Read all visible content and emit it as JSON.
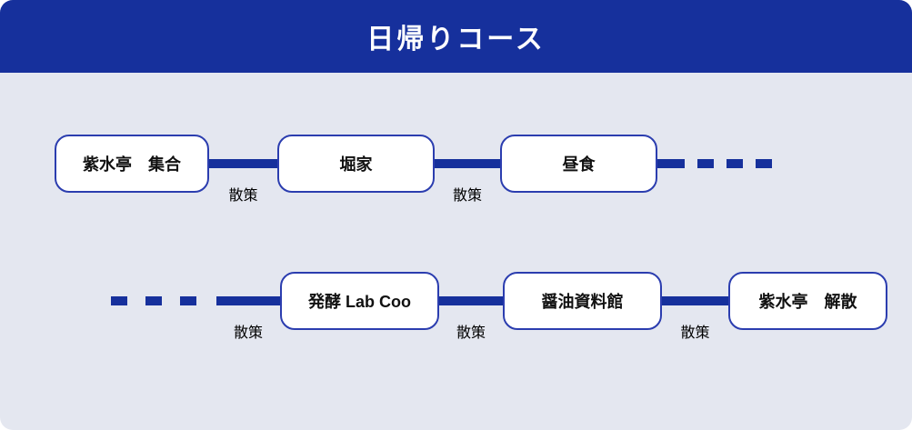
{
  "header": {
    "title": "日帰りコース"
  },
  "colors": {
    "navy": "#16309C",
    "bg": "#E4E7F0",
    "box_border": "#2B3DAF",
    "box_fill": "#FFFFFF",
    "label_text": "#000000"
  },
  "rows": [
    {
      "stops": [
        {
          "label": "紫水亭　集合"
        },
        {
          "label": "堀家"
        },
        {
          "label": "昼食"
        }
      ],
      "connectors": [
        {
          "label": "散策"
        },
        {
          "label": "散策"
        }
      ]
    },
    {
      "stops": [
        {
          "label": "発酵 Lab Coo"
        },
        {
          "label": "醤油資料館"
        },
        {
          "label": "紫水亭　解散"
        }
      ],
      "connectors": [
        {
          "label": "散策"
        },
        {
          "label": "散策"
        },
        {
          "label": "散策"
        }
      ]
    }
  ]
}
